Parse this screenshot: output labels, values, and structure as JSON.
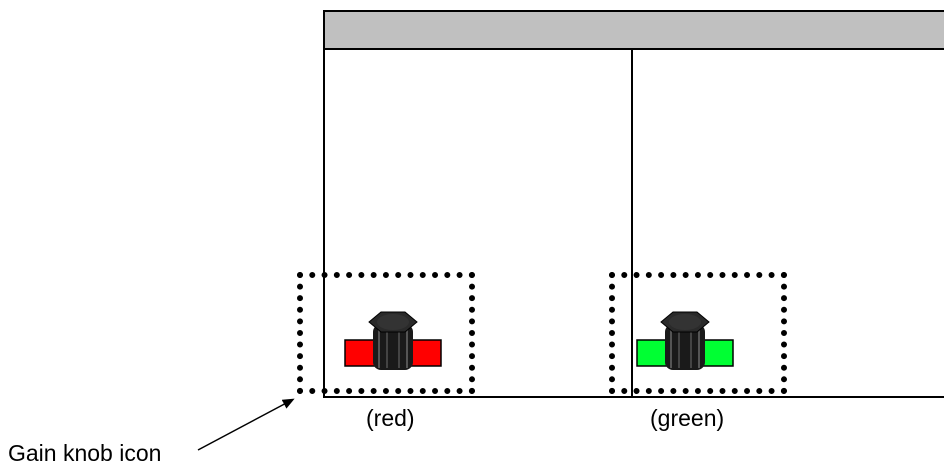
{
  "annotation": {
    "label": "Gain knob icon"
  },
  "knobs": [
    {
      "caption": "(red)",
      "bar_color": "#ff0000"
    },
    {
      "caption": "(green)",
      "bar_color": "#00ff33"
    }
  ],
  "colors": {
    "titlebar": "#c0c0c0",
    "knob_body": "#222222"
  },
  "icons": {
    "knob": "gain-knob-icon"
  }
}
